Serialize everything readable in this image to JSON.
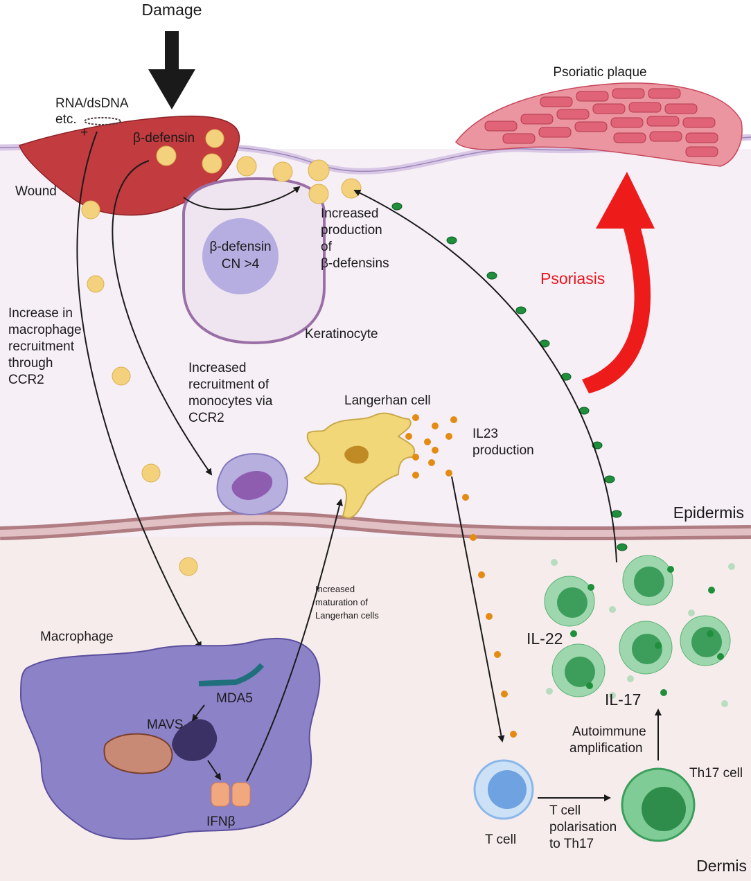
{
  "labels": {
    "damage": "Damage",
    "psoriatic_plaque": "Psoriatic plaque",
    "rna_line1": "RNA/dsDNA",
    "rna_line2": "etc.",
    "plus": "+",
    "beta_defensin": "β-defensin",
    "wound": "Wound",
    "nucleus_line1": "β-defensin",
    "nucleus_line2": "CN >4",
    "increased_production": [
      "Increased",
      "production",
      "of",
      "β-defensins"
    ],
    "keratinocyte": "Keratinocyte",
    "psoriasis": "Psoriasis",
    "macrophage_recruitment": [
      "Increase in",
      "macrophage",
      "recruitment",
      "through",
      "CCR2"
    ],
    "monocyte_recruitment": [
      "Increased",
      "recruitment of",
      "monocytes via",
      "CCR2"
    ],
    "langerhan_cell": "Langerhan cell",
    "il23": [
      "IL23",
      "production"
    ],
    "epidermis": "Epidermis",
    "dermis": "Dermis",
    "maturation": [
      "Increased",
      "maturation of",
      "Langerhan cells"
    ],
    "macrophage": "Macrophage",
    "mda5": "MDA5",
    "mavs": "MAVS",
    "ifnb": "IFNβ",
    "il22": "IL-22",
    "il17": "IL-17",
    "autoimmune": [
      "Autoimmune",
      "amplification"
    ],
    "t_cell": "T cell",
    "th17_cell": "Th17 cell",
    "polarisation": [
      "T cell",
      "polarisation",
      "to Th17"
    ]
  },
  "colors": {
    "epidermis_bg": "#f6eff6",
    "dermis_bg": "#f7ecec",
    "wound": "#c23b3f",
    "plaque": "#e57b89",
    "keratinocyte_nucleus": "#b6aee0",
    "macrophage": "#8c82c8",
    "langerhan": "#f2d779",
    "il23_dot": "#e48b14",
    "green_dot": "#1f8f3c",
    "t_cell": "#8ab8ea",
    "th17": "#5bbf7a",
    "psoriasis_arrow": "#ee1b1b"
  }
}
